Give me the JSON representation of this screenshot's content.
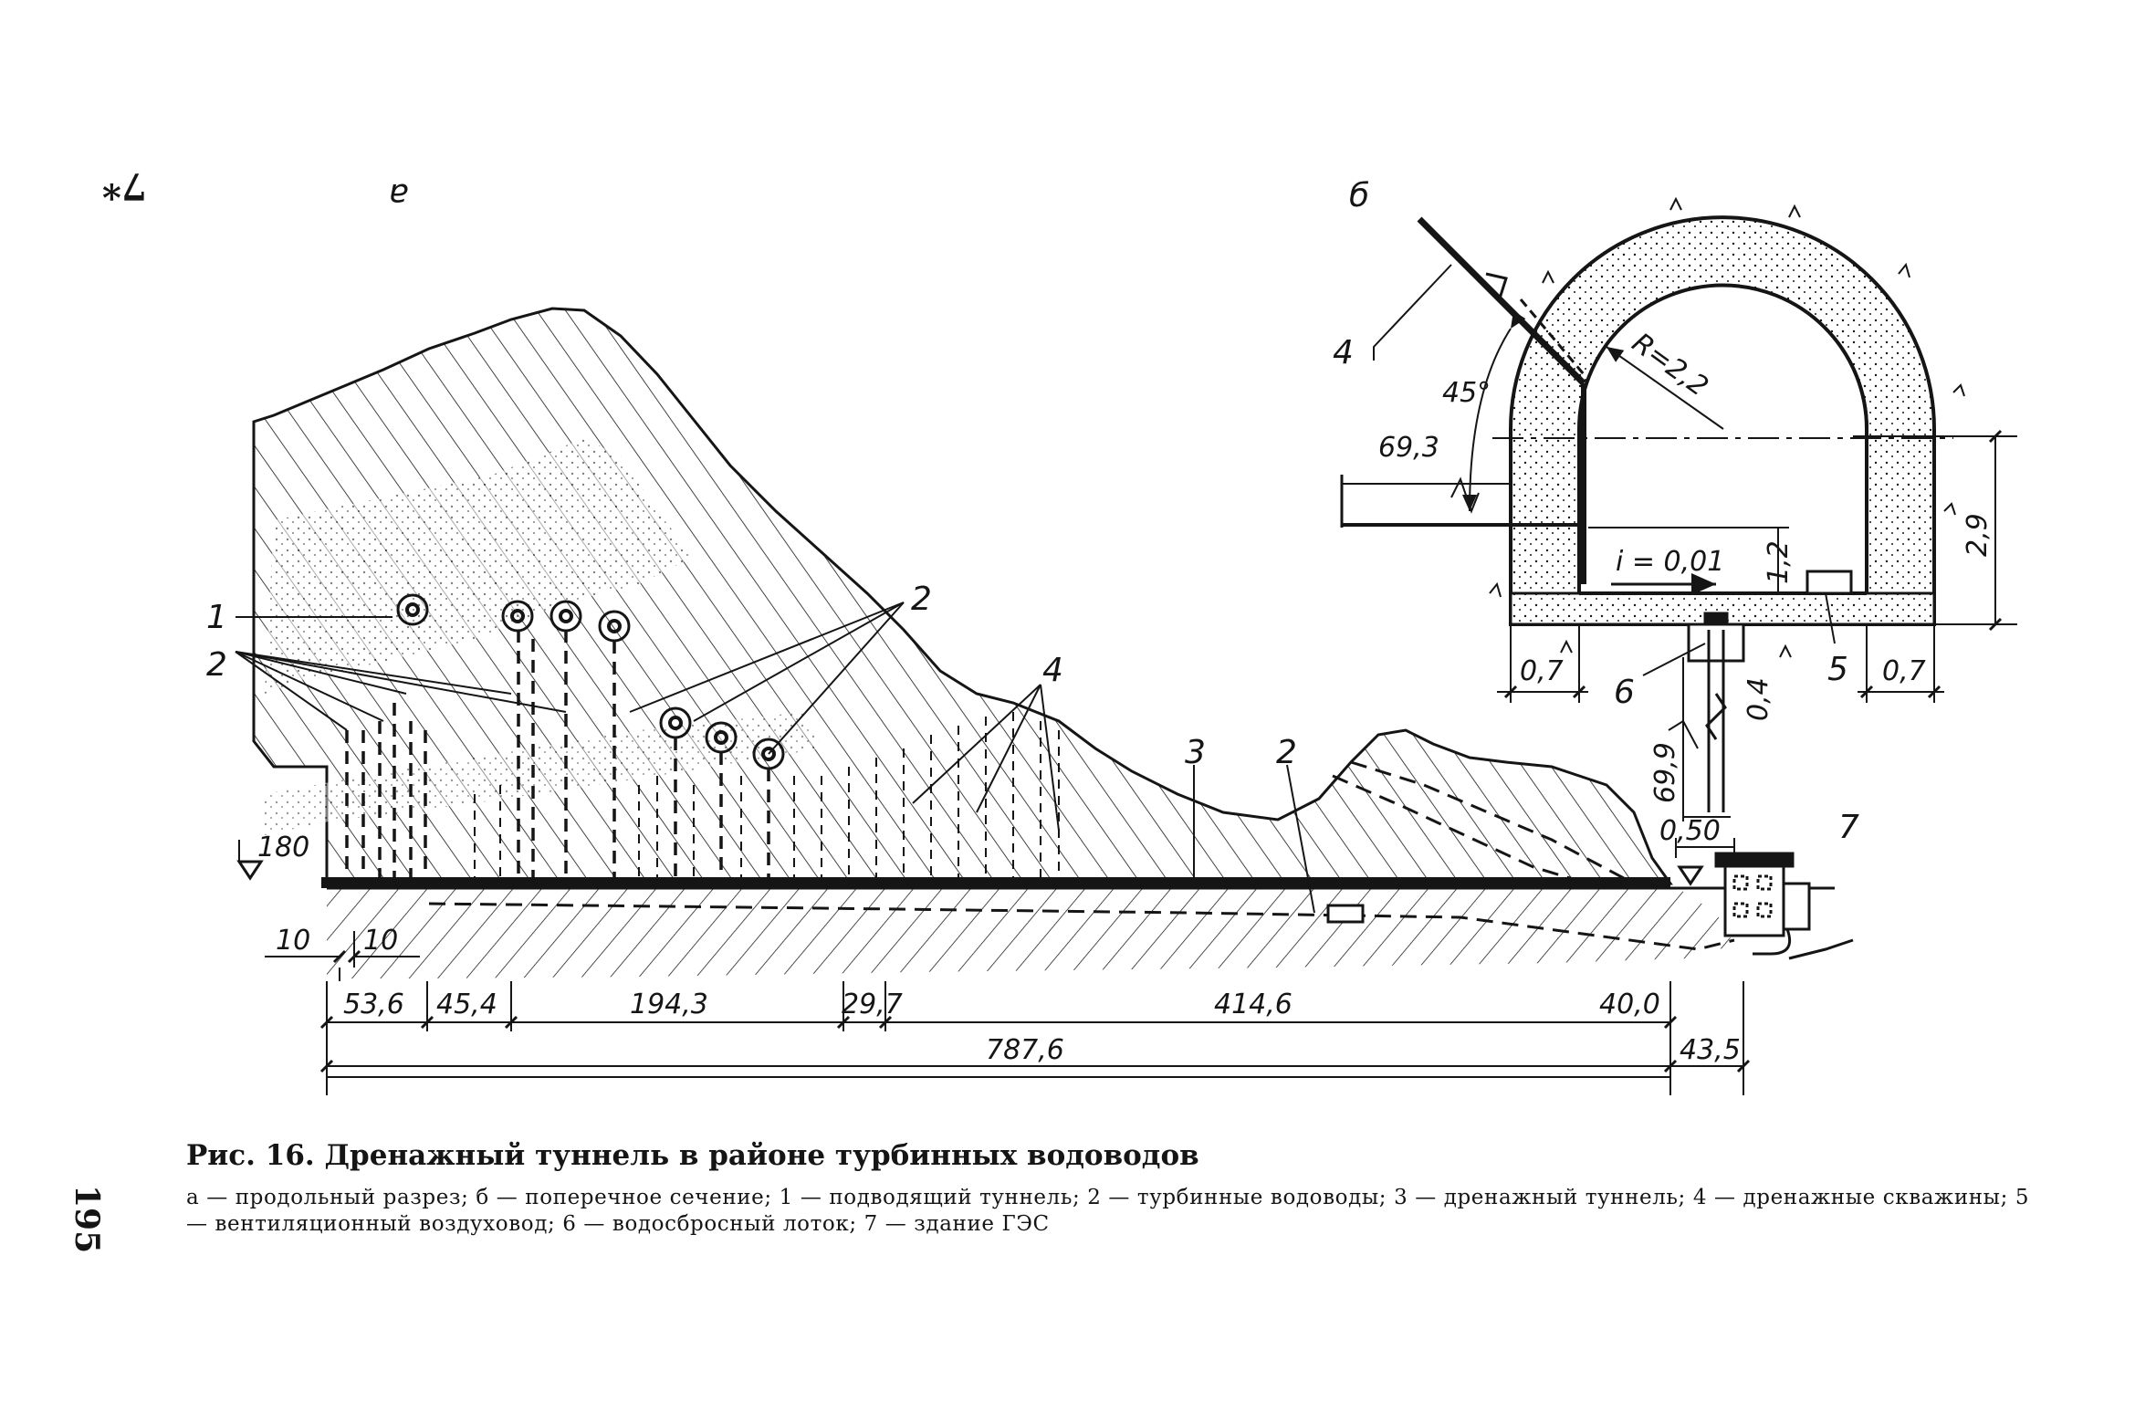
{
  "margin": {
    "top_mark": "7*",
    "page_number": "195"
  },
  "figure": {
    "view_a_label": "a",
    "view_b_label": "б",
    "longitudinal": {
      "callouts": [
        "1",
        "2",
        "2",
        "4",
        "3",
        "2",
        "7"
      ],
      "elevation": "180",
      "dims_small": [
        "10",
        "10"
      ],
      "dims_row": [
        "53,6",
        "45,4",
        "194,3",
        "29,7",
        "414,6",
        "40,0"
      ],
      "dims_total": [
        "787,6",
        "43,5"
      ]
    },
    "cross_section": {
      "radius": "R=2,2",
      "angle": "45°",
      "elevation_top": "69,3",
      "elevation_bottom": "69,9",
      "slope": "i = 0,01",
      "height_1": "1,2",
      "height_2": "2,9",
      "depth": "0,4",
      "width_left": "0,7",
      "width_right": "0,7",
      "width_step": "0,50",
      "callouts": [
        "4",
        "5",
        "6"
      ]
    }
  },
  "caption": {
    "title": "Рис. 16. Дренажный туннель в районе турбинных водоводов",
    "items": [
      "а — продольный разрез;",
      "б — поперечное сечение;",
      "1 — подводящий туннель;",
      "2 — турбинные водоводы;",
      "3 — дренажный туннель;",
      "4 — дренажные скважины;",
      "5 — вентиляционный воздуховод;",
      "6 — водосбросный лоток;",
      "7 — здание ГЭС"
    ]
  },
  "colors": {
    "ink": "#151515",
    "paper": "#ffffff",
    "concrete": "#f3f1ec"
  }
}
